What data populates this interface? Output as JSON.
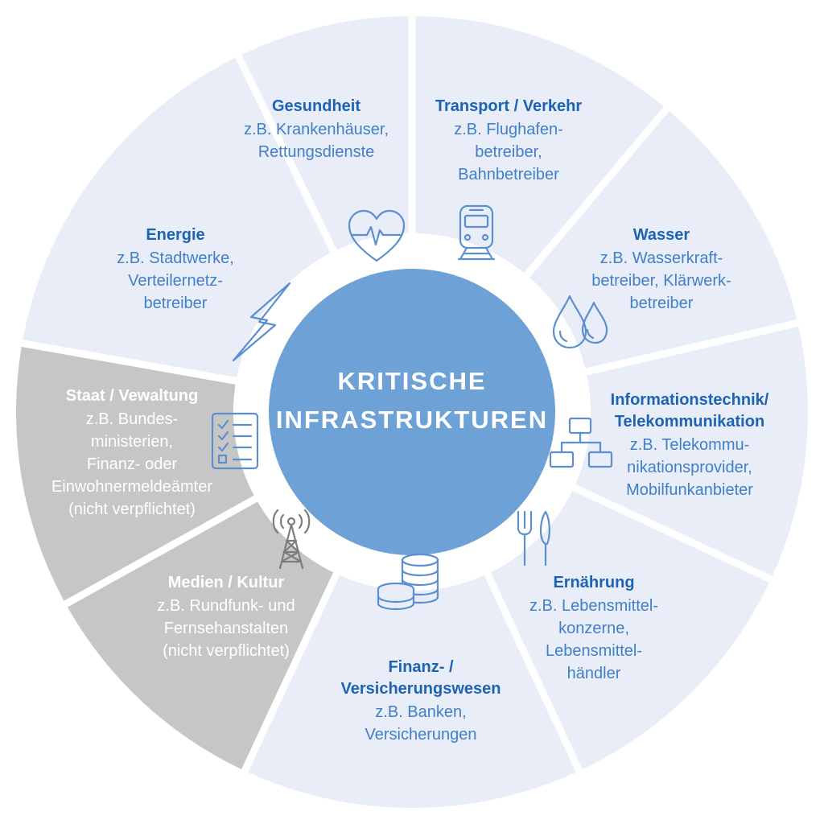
{
  "center": {
    "line1": "KRITISCHE",
    "line2": "INFRASTRUKTUREN"
  },
  "colors": {
    "active_fill": "#e9edf8",
    "inactive_fill": "#c6c6c6",
    "center_fill": "#6ea1d6",
    "title_blue": "#1d63b4",
    "text_blue": "#3f80c9",
    "title_white": "#ffffff",
    "text_white": "#ffffff"
  },
  "sectors": [
    {
      "id": "gesundheit",
      "status": "active",
      "title": "Gesundheit",
      "lines": [
        "z.B. Krankenhäuser,",
        "Rettungsdienste"
      ],
      "icon": "heart-pulse-icon"
    },
    {
      "id": "transport",
      "status": "active",
      "title": "Transport / Verkehr",
      "lines": [
        "z.B. Flughafen-",
        "betreiber,",
        "Bahnbetreiber"
      ],
      "icon": "train-icon"
    },
    {
      "id": "wasser",
      "status": "active",
      "title": "Wasser",
      "lines": [
        "z.B. Wasserkraft-",
        "betreiber, Klärwerk-",
        "betreiber"
      ],
      "icon": "water-drops-icon"
    },
    {
      "id": "it",
      "status": "active",
      "title": "Informationstechnik/",
      "title2": "Telekommunikation",
      "lines": [
        "z.B. Telekommu-",
        "nikationsprovider,",
        "Mobilfunkanbieter"
      ],
      "icon": "network-icon"
    },
    {
      "id": "ernaehrung",
      "status": "active",
      "title": "Ernährung",
      "lines": [
        "z.B. Lebensmittel-",
        "konzerne,",
        "Lebensmittel-",
        "händler"
      ],
      "icon": "fork-knife-icon"
    },
    {
      "id": "finanz",
      "status": "active",
      "title": "Finanz- /",
      "title2": "Versicherungswesen",
      "lines": [
        "z.B. Banken,",
        "Versicherungen"
      ],
      "icon": "coins-icon"
    },
    {
      "id": "medien",
      "status": "inactive",
      "title": "Medien / Kultur",
      "lines": [
        "z.B. Rundfunk- und",
        "Fernsehanstalten",
        "(nicht verpflichtet)"
      ],
      "icon": "antenna-tower-icon"
    },
    {
      "id": "staat",
      "status": "inactive",
      "title": "Staat / Vewaltung",
      "lines": [
        "z.B. Bundes-",
        "ministerien,",
        "Finanz- oder",
        "Einwohnermeldeämter",
        "(nicht verpflichtet)"
      ],
      "icon": "checklist-icon"
    },
    {
      "id": "energie",
      "status": "active",
      "title": "Energie",
      "lines": [
        "z.B. Stadtwerke,",
        "Verteilernetz-",
        "betreiber"
      ],
      "icon": "lightning-icon"
    }
  ]
}
